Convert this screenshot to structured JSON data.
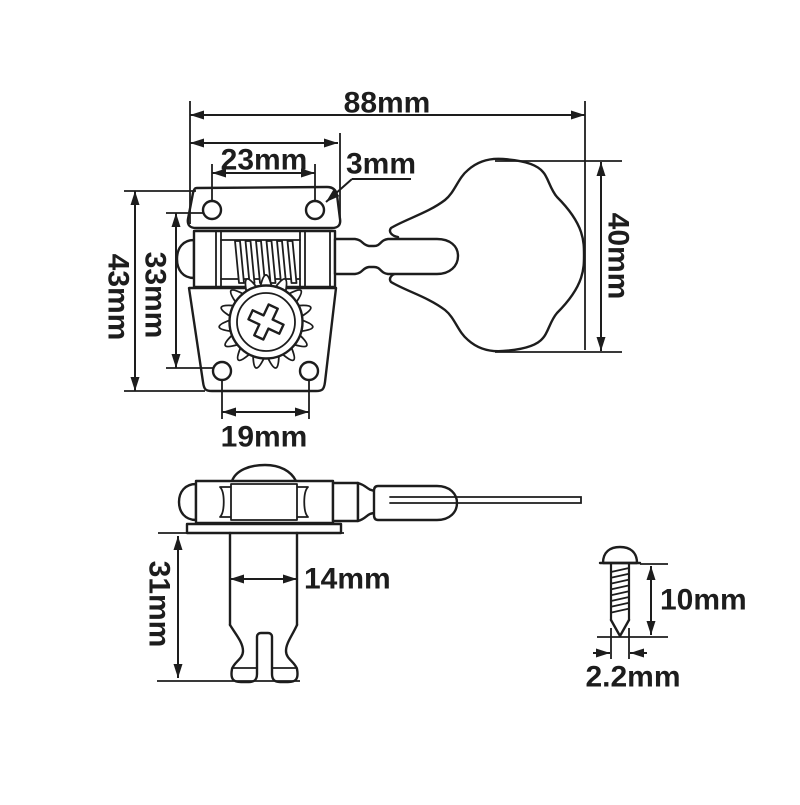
{
  "drawing": {
    "colors": {
      "line": "#1d1d1d",
      "background": "#ffffff"
    },
    "labels": {
      "overall_length": "88mm",
      "top_hole_spacing": "23mm",
      "hole_diameter": "3mm",
      "body_height": "43mm",
      "hole_row_spacing": "33mm",
      "bottom_hole_spacing": "19mm",
      "key_height": "40mm",
      "post_depth": "31mm",
      "bushing_width": "14mm",
      "screw_length": "10mm",
      "screw_diameter": "2.2mm"
    }
  }
}
